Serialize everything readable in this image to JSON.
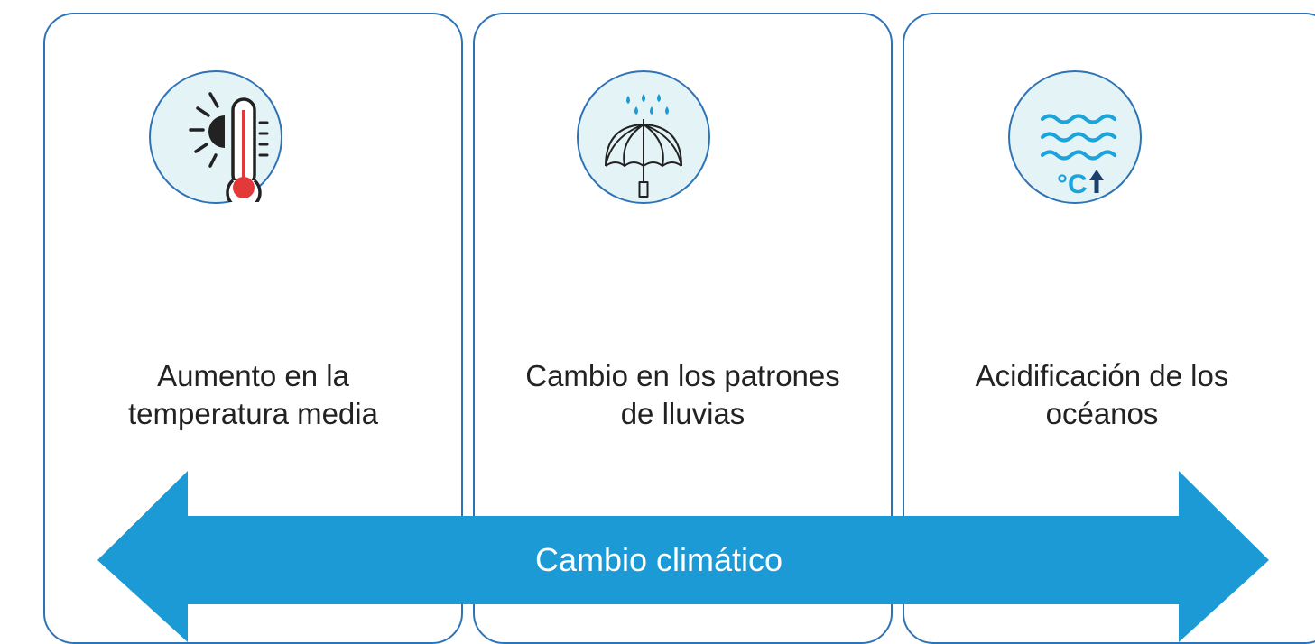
{
  "panels": [
    {
      "icon": "thermometer-sun-icon",
      "lines": [
        "Aumento en la",
        "temperatura media"
      ]
    },
    {
      "icon": "umbrella-rain-icon",
      "lines": [
        "Cambio en los patrones",
        "de lluvias"
      ]
    },
    {
      "icon": "ocean-waves-icon",
      "lines": [
        "Acidificación de los",
        "océanos"
      ]
    }
  ],
  "ocean_icon_text": "°C",
  "arrow_label": "Cambio climático",
  "colors": {
    "border": "#2f73b7",
    "circle_fill": "#e4f3f5",
    "arrow": "#1b9ad6",
    "wave": "#1ca3dc",
    "thermo_red": "#e2393b"
  }
}
